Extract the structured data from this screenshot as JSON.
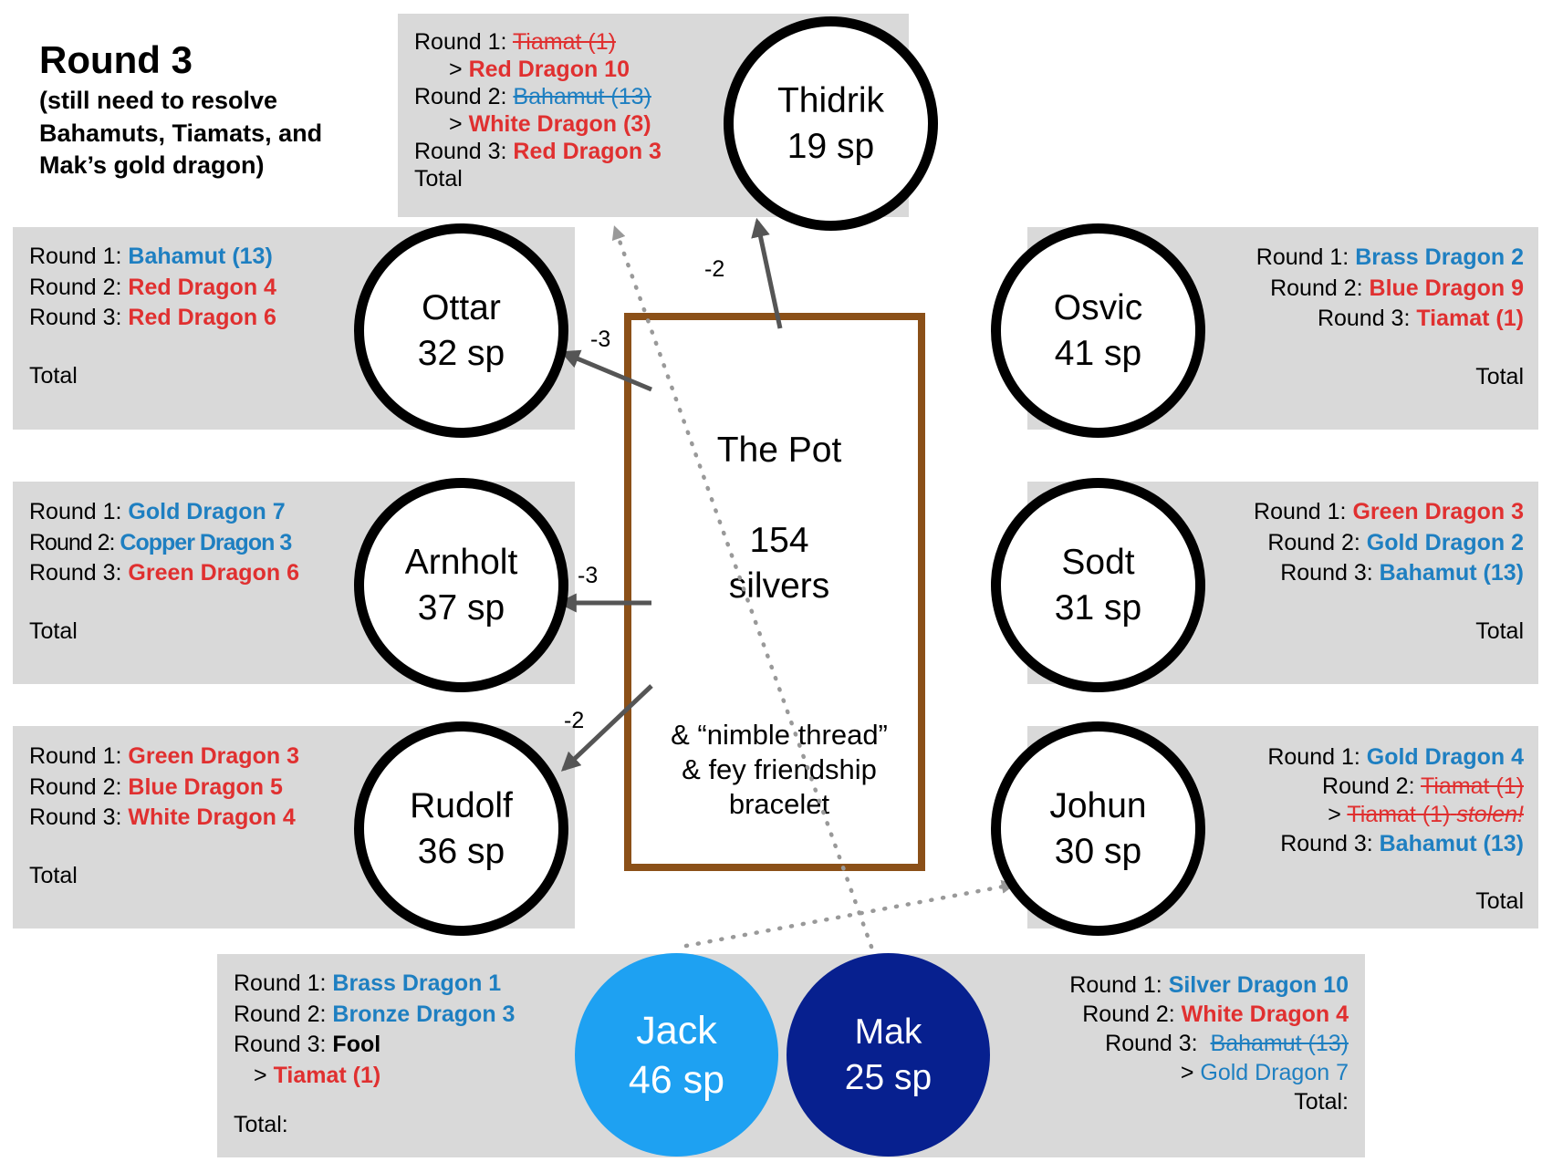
{
  "title": "Round 3",
  "subtitle": [
    "(still need to resolve",
    "Bahamuts, Tiamats, and",
    "Mak’s gold dragon)"
  ],
  "pot": {
    "label": "The Pot",
    "amount": "154",
    "unit": "silvers",
    "items": [
      "& “nimble thread”",
      "& fey friendship",
      "bracelet"
    ]
  },
  "arrow_labels": {
    "thidrik": "-2",
    "ottar": "-3",
    "arnholt": "-3",
    "rudolf": "-2"
  },
  "colors": {
    "red": "#e03030",
    "blue": "#1e7fc1",
    "panel": "#d9d9d9",
    "pot_border": "#8b5018",
    "jack": "#1ea1f2",
    "mak": "#07208f"
  },
  "players": {
    "thidrik": {
      "name": "Thidrik",
      "silver": "19 sp",
      "r1_label": "Round 1:",
      "r1_struck": "Tiamat (1)",
      "r1_sub_prefix": ">",
      "r1_sub": "Red Dragon 10",
      "r2_label": "Round 2:",
      "r2_struck": "Bahamut (13)",
      "r2_sub_prefix": ">",
      "r2_sub": "White Dragon (3)",
      "r3_label": "Round 3:",
      "r3": "Red Dragon 3",
      "total": "Total"
    },
    "ottar": {
      "name": "Ottar",
      "silver": "32 sp",
      "r1_label": "Round 1:",
      "r1": "Bahamut (13)",
      "r2_label": "Round 2:",
      "r2": "Red Dragon 4",
      "r3_label": "Round 3:",
      "r3": "Red Dragon 6",
      "total": "Total"
    },
    "arnholt": {
      "name": "Arnholt",
      "silver": "37 sp",
      "r1_label": "Round 1:",
      "r1": "Gold Dragon 7",
      "r2_label": "Round 2:",
      "r2": "Copper Dragon 3",
      "r3_label": "Round 3:",
      "r3": "Green Dragon 6",
      "total": "Total"
    },
    "rudolf": {
      "name": "Rudolf",
      "silver": "36 sp",
      "r1_label": "Round 1:",
      "r1": "Green Dragon 3",
      "r2_label": "Round 2:",
      "r2": "Blue Dragon 5",
      "r3_label": "Round 3:",
      "r3": "White Dragon 4",
      "total": "Total"
    },
    "osvic": {
      "name": "Osvic",
      "silver": "41 sp",
      "r1_label": "Round 1:",
      "r1": "Brass Dragon 2",
      "r2_label": "Round 2:",
      "r2": "Blue Dragon 9",
      "r3_label": "Round 3:",
      "r3": "Tiamat (1)",
      "total": "Total"
    },
    "sodt": {
      "name": "Sodt",
      "silver": "31 sp",
      "r1_label": "Round 1:",
      "r1": "Green Dragon 3",
      "r2_label": "Round 2:",
      "r2": "Gold Dragon 2",
      "r3_label": "Round 3:",
      "r3": "Bahamut (13)",
      "total": "Total"
    },
    "johun": {
      "name": "Johun",
      "silver": "30 sp",
      "r1_label": "Round 1:",
      "r1": "Gold Dragon 4",
      "r2_label": "Round 2:",
      "r2_struck": "Tiamat (1)",
      "r2_sub_prefix": ">",
      "r2_sub_struck": "Tiamat (1)",
      "r2_sub_note": "stolen!",
      "r3_label": "Round 3:",
      "r3": "Bahamut (13)",
      "total": "Total"
    },
    "jack": {
      "name": "Jack",
      "silver": "46 sp",
      "r1_label": "Round 1:",
      "r1": "Brass Dragon 1",
      "r2_label": "Round 2:",
      "r2": "Bronze Dragon 3",
      "r3_label": "Round 3:",
      "r3": "Fool",
      "r3_sub_prefix": ">",
      "r3_sub": "Tiamat (1)",
      "total": "Total:"
    },
    "mak": {
      "name": "Mak",
      "silver": "25 sp",
      "r1_label": "Round 1:",
      "r1": "Silver Dragon 10",
      "r2_label": "Round 2:",
      "r2": "White Dragon 4",
      "r3_label": "Round 3:",
      "r3_struck": "Bahamut (13)",
      "r3_sub_prefix": ">",
      "r3_sub": "Gold Dragon 7",
      "total": "Total:"
    }
  }
}
